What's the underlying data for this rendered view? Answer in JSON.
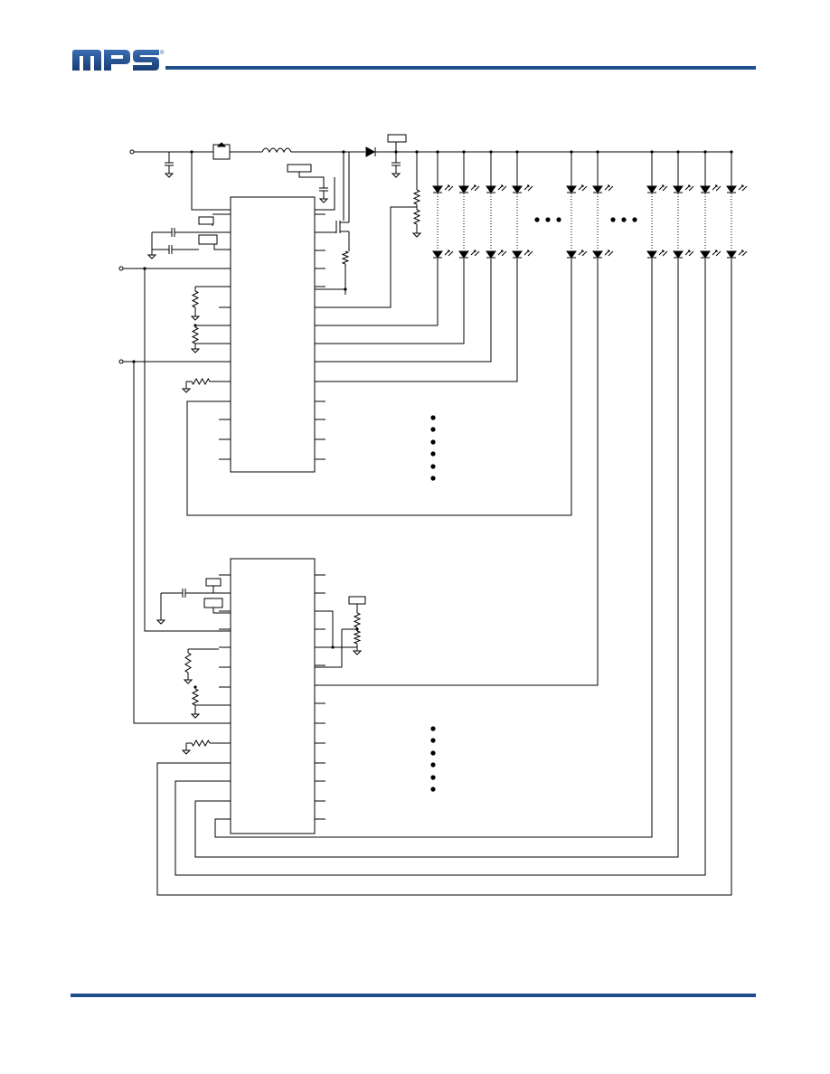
{
  "header": {
    "brand_text": "mps",
    "brand_color": "#1f4e8c",
    "registered_mark": "®"
  },
  "colors": {
    "rule": "#1f4e8c",
    "wire": "#000000"
  },
  "schematic": {
    "led_strings": 10,
    "ic_count": 2,
    "ellipsis_icon": "dots-icon"
  }
}
